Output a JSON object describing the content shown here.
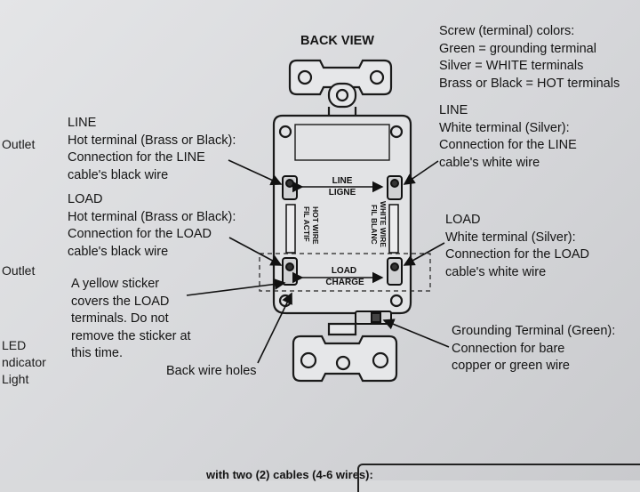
{
  "view_title": "BACK VIEW",
  "screw_colors": {
    "heading": "Screw (terminal) colors:",
    "lines": [
      "Green = grounding terminal",
      "Silver = WHITE terminals",
      "Brass or Black = HOT terminals"
    ]
  },
  "line_left": {
    "heading": "LINE",
    "lines": [
      "Hot terminal (Brass or Black):",
      "Connection for the LINE",
      "cable's black wire"
    ]
  },
  "load_left": {
    "heading": "LOAD",
    "lines": [
      "Hot terminal (Brass or Black):",
      "Connection for the LOAD",
      "cable's black wire"
    ]
  },
  "sticker_note": {
    "lines": [
      "A yellow sticker",
      "covers the LOAD",
      "terminals. Do not",
      "remove the sticker at",
      "this time."
    ]
  },
  "back_wire_holes": "Back wire holes",
  "line_right": {
    "heading": "LINE",
    "lines": [
      "White terminal (Silver):",
      "Connection for the LINE",
      "cable's white wire"
    ]
  },
  "load_right": {
    "heading": "LOAD",
    "lines": [
      "White terminal (Silver):",
      "Connection for the LOAD",
      "cable's white wire"
    ]
  },
  "grounding": {
    "lines": [
      "Grounding Terminal (Green):",
      "Connection for bare",
      "copper or green wire"
    ]
  },
  "device_labels": {
    "line_en": "LINE",
    "line_fr": "LIGNE",
    "load_en": "LOAD",
    "load_fr": "CHARGE",
    "hot_wire": "HOT WIRE",
    "fil_actif": "FIL ACTIF",
    "white_wire": "WHITE WIRE",
    "fil_blanc": "FIL BLANC"
  },
  "margin": {
    "outlet_1": "Outlet",
    "outlet_2": "Outlet",
    "led": "LED",
    "indicator": "ndicator",
    "light": "Light"
  },
  "bottom_partial": "with two (2) cables (4-6 wires):"
}
